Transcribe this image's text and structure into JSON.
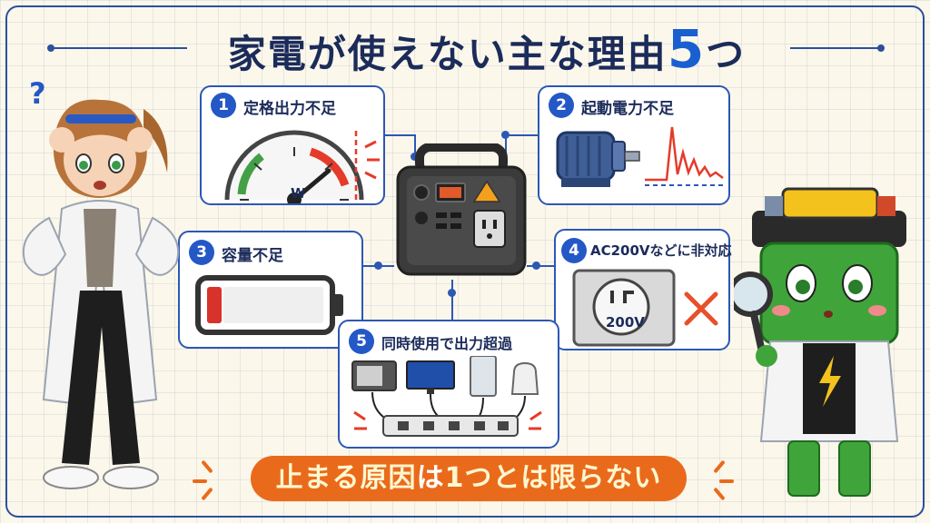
{
  "title": {
    "main": "家電が使えない主な理由",
    "count": "5",
    "suffix": "つ"
  },
  "reasons": [
    {
      "num": "1",
      "label": "定格出力不足",
      "gauge_unit": "W"
    },
    {
      "num": "2",
      "label": "起動電力不足"
    },
    {
      "num": "3",
      "label": "容量不足"
    },
    {
      "num": "4",
      "label": "AC200Vなどに非対応",
      "outlet_label": "200V"
    },
    {
      "num": "5",
      "label": "同時使用で出力超過"
    }
  ],
  "banner": {
    "part1": "止まる原因",
    "part2": "は",
    "part3": "1つとは限らない"
  },
  "question_mark": "?",
  "colors": {
    "accent": "#2c57b5",
    "title": "#1b2b5a",
    "banner": "#ea6a1c",
    "warning": "#e53b2a"
  }
}
